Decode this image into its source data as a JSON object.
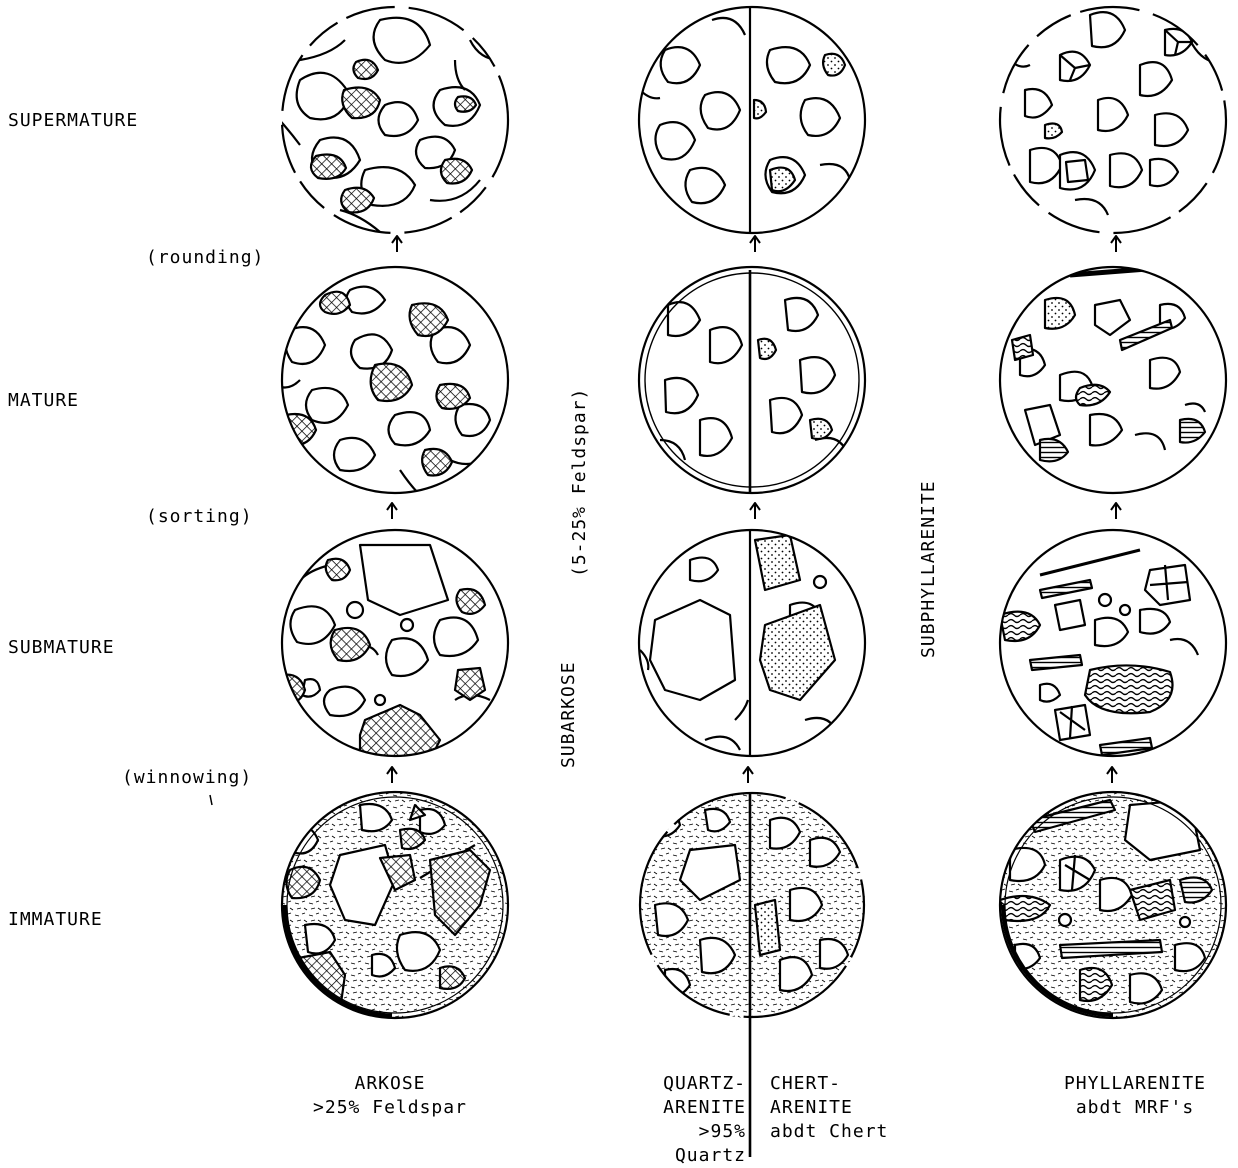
{
  "maturity_labels": {
    "supermature": "SUPERMATURE",
    "mature": "MATURE",
    "submature": "SUBMATURE",
    "immature": "IMMATURE"
  },
  "process_labels": {
    "rounding": "(rounding)",
    "sorting": "(sorting)",
    "winnowing": "(winnowing)"
  },
  "vertical_labels": {
    "subarkose": "SUBARKOSE",
    "feldspar_range": "(5-25% Feldspar)",
    "subphyllarenite": "SUBPHYLLARENITE"
  },
  "captions": {
    "arkose": {
      "line1": "ARKOSE",
      "line2": ">25% Feldspar"
    },
    "quartzarenite": {
      "line1": "QUARTZ-",
      "line2": "ARENITE",
      "line3": ">95% Quartz"
    },
    "chertarenite": {
      "line1": "CHERT-",
      "line2": "ARENITE",
      "line3": "abdt Chert"
    },
    "phyllarenite": {
      "line1": "PHYLLARENITE",
      "line2": "abdt MRF's"
    }
  },
  "colors": {
    "ink": "#000000",
    "paper": "#ffffff"
  }
}
